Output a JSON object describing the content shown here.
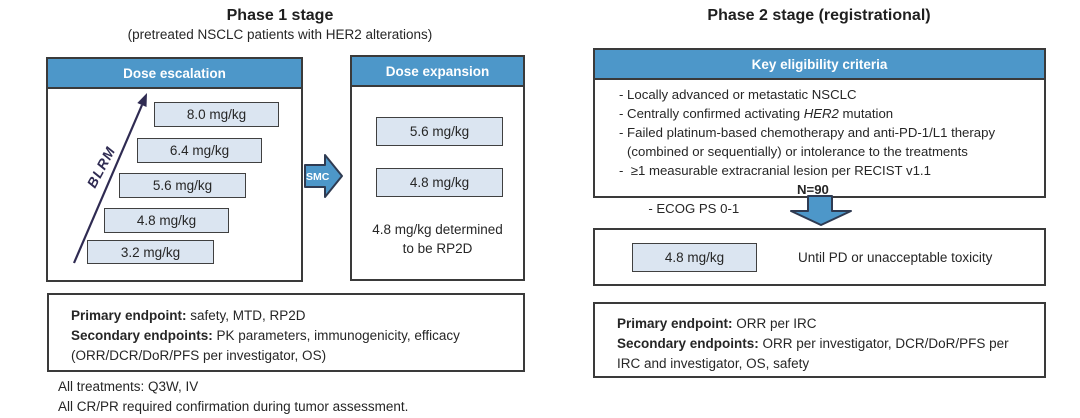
{
  "colors": {
    "accent": "#4d97c9",
    "box_fill": "#dbe5f1",
    "border": "#3a3a3a",
    "arrow_navy": "#2f2b52",
    "arrow_outline": "#2f3b52"
  },
  "phase1": {
    "title": "Phase 1 stage",
    "subtitle": "(pretreated NSCLC patients with HER2 alterations)",
    "escalation": {
      "header": "Dose escalation",
      "arrow_label": "BLRM",
      "doses": [
        "8.0 mg/kg",
        "6.4 mg/kg",
        "5.6 mg/kg",
        "4.8 mg/kg",
        "3.2 mg/kg"
      ]
    },
    "smc_label": "SMC",
    "expansion": {
      "header": "Dose expansion",
      "doses": [
        "5.6 mg/kg",
        "4.8 mg/kg"
      ],
      "note_line1": "4.8 mg/kg determined",
      "note_line2": "to be RP2D"
    },
    "endpoints": {
      "primary_label": "Primary endpoint:",
      "primary_text": " safety, MTD, RP2D",
      "secondary_label": "Secondary endpoints:",
      "secondary_text": " PK parameters, immunogenicity, efficacy",
      "secondary_text2": "(ORR/DCR/DoR/PFS per investigator, OS)"
    },
    "footnotes": [
      "All treatments: Q3W, IV",
      "All CR/PR required confirmation during tumor assessment."
    ]
  },
  "phase2": {
    "title": "Phase 2 stage (registrational)",
    "eligibility": {
      "header": "Key eligibility criteria",
      "item0": "- Locally advanced or metastatic NSCLC",
      "item1_pre": "- Centrally confirmed activating ",
      "item1_italic": "HER2",
      "item1_post": " mutation",
      "item2": "- Failed platinum-based chemotherapy and anti-PD-1/L1 therapy",
      "item3": "(combined or sequentially) or intolerance to the treatments",
      "item4": "-  ≥1 measurable extracranial lesion per RECIST v1.1",
      "item5": "- ECOG PS 0-1",
      "n_label": "N=90"
    },
    "treatment": {
      "dose": "4.8 mg/kg",
      "duration": "Until PD or unacceptable toxicity"
    },
    "endpoints": {
      "primary_label": "Primary endpoint:",
      "primary_text": " ORR per IRC",
      "secondary_label": "Secondary endpoints:",
      "secondary_text": " ORR per investigator, DCR/DoR/PFS per",
      "secondary_text2": "IRC and investigator, OS, safety"
    }
  }
}
